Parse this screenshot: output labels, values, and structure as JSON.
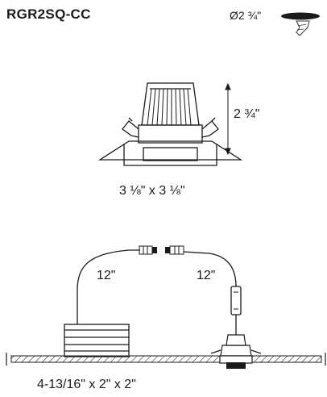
{
  "header": {
    "model": "RGR2SQ-CC",
    "cutout_diameter": "Ø2 ¾\""
  },
  "fixture": {
    "height": "2 ¾\"",
    "trim_size": "3 ⅛\" x 3 ⅛\""
  },
  "wiring": {
    "left_lead": "12\"",
    "right_lead": "12\"",
    "junction_box_size": "4-13/16\" x 2\" x 2\""
  },
  "icons": [
    "ceiling-cutout-icon",
    "recessed-fixture-drawing",
    "junction-box-drawing",
    "connector-icon",
    "driver-icon",
    "ceiling-section-drawing"
  ]
}
